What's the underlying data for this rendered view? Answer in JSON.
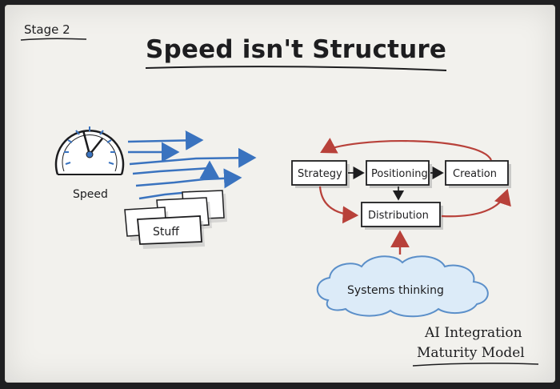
{
  "stage_label": "Stage 2",
  "title": "Speed isn't Structure",
  "left": {
    "speed_label": "Speed",
    "stuff_label": "Stuff"
  },
  "flow": {
    "nodes": {
      "strategy": "Strategy",
      "positioning": "Positioning",
      "creation": "Creation",
      "distribution": "Distribution"
    },
    "cloud_label": "Systems thinking"
  },
  "footer": {
    "line1": "AI Integration",
    "line2": "Maturity Model"
  },
  "colors": {
    "paper": "#f2f1ed",
    "ink": "#1d1d1f",
    "blue": "#3a73bf",
    "red": "#b8413a",
    "cloud_fill": "#dcebf8",
    "cloud_stroke": "#5b8fc9"
  }
}
